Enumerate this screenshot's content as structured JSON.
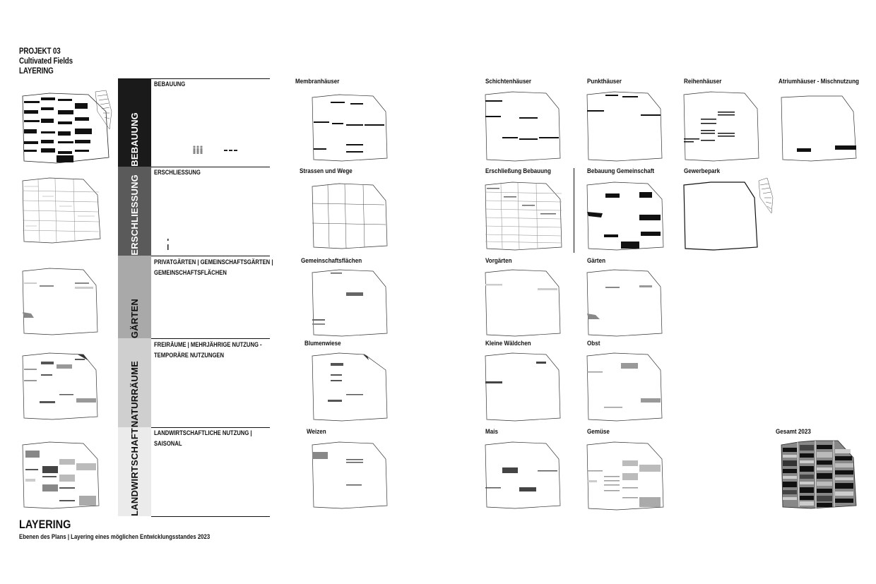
{
  "header": {
    "line1": "PROJEKT 03",
    "line2": "Cultivated Fields",
    "line3": "LAYERING"
  },
  "rows": [
    {
      "band": "BEBAUUNG",
      "text": "BEBAUUNG",
      "band_color": "#1a1a1a",
      "band_text_color": "#ffffff"
    },
    {
      "band": "ERSCHLIESSUNG",
      "text": "ERSCHLIESSUNG",
      "band_color": "#5a5a5a",
      "band_text_color": "#ffffff"
    },
    {
      "band": "GÄRTEN",
      "text": "PRIVATGÄRTEN | GEMEINSCHAFTSGÄRTEN | GEMEINSCHAFTSFLÄCHEN",
      "band_color": "#a9a9a9",
      "band_text_color": "#111111"
    },
    {
      "band": "NATURRÄUME",
      "text": "FREIRÄUME | MEHRJÄHRIGE NUTZUNG - TEMPORÄRE NUTZUNGEN",
      "band_color": "#cfcfcf",
      "band_text_color": "#111111"
    },
    {
      "band": "LANDWIRTSCHAFT",
      "text": "LANDWIRTSCHAFTLICHE NUTZUNG | SAISONAL",
      "band_color": "#ebebeb",
      "band_text_color": "#111111"
    }
  ],
  "columns": {
    "row1": [
      "Membranhäuser",
      "Schichtenhäuser",
      "Punkthäuser",
      "Reihenhäuser",
      "Atriumhäuser - Mischnutzung"
    ],
    "row2": [
      "Strassen und Wege",
      "Erschließung Bebauung",
      "Bebauung Gemeinschaft",
      "Gewerbepark"
    ],
    "row3": [
      "Gemeinschaftsflächen",
      "Vorgärten",
      "Gärten"
    ],
    "row4": [
      "Blumenwiese",
      "Kleine Wäldchen",
      "Obst"
    ],
    "row5": [
      "Weizen",
      "Mais",
      "Gemüse",
      "Gesamt 2023"
    ]
  },
  "caption": {
    "title": "LAYERING",
    "subtitle": "Ebenen des Plans | Layering eines möglichen Entwicklungsstandes 2023"
  },
  "colors": {
    "black": "#111111",
    "dark_gray": "#555555",
    "mid_gray": "#8c8c8c",
    "light_gray": "#c4c4c4"
  }
}
